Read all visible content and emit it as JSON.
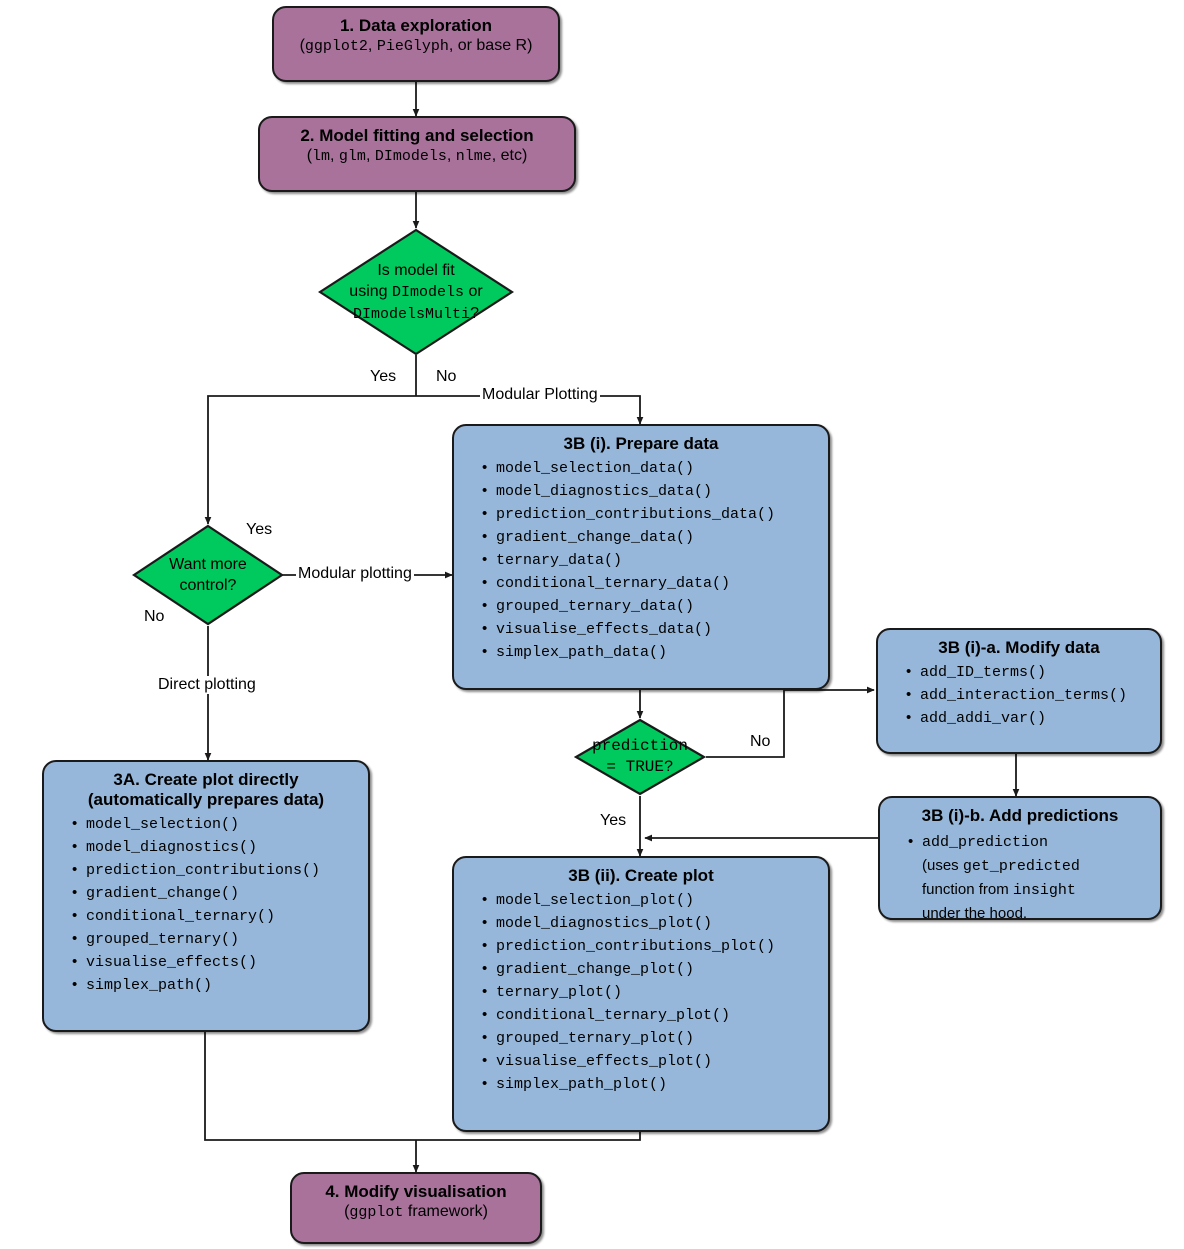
{
  "diagram": {
    "title": "DImodelsVis workflow flowchart",
    "colors": {
      "purple": "#a8729b",
      "blue": "#96b7d9",
      "green": "#00c95e",
      "stroke": "#1a1a1a"
    }
  },
  "nodes": {
    "step1": {
      "title": "1. Data exploration",
      "sub_open": "(",
      "sub_mono1": "ggplot2",
      "sub_mid1": ", ",
      "sub_mono2": "PieGlyph",
      "sub_mid2": ", or base R)"
    },
    "step2": {
      "title": "2. Model fitting and selection",
      "sub_open": "(",
      "sub_mono1": "lm",
      "sub_mid1": ", ",
      "sub_mono2": "glm",
      "sub_mid2": ", ",
      "sub_mono3": "DImodels",
      "sub_mid3": ", ",
      "sub_mono4": "nlme",
      "sub_close": ", etc)"
    },
    "decision1": {
      "line1": "Is model fit",
      "line2_a": "using ",
      "line2_mono": "DImodels",
      "line2_b": " or",
      "line3_mono": "DImodelsMulti",
      "line3_b": "?"
    },
    "decision2": {
      "line1": "Want more",
      "line2": "control?"
    },
    "decision3": {
      "line1": "prediction",
      "line2": "= TRUE?"
    },
    "step3a": {
      "title_line1": "3A. Create plot directly",
      "title_line2": "(automatically prepares data)",
      "items": [
        "model_selection()",
        "model_diagnostics()",
        "prediction_contributions()",
        "gradient_change()",
        "conditional_ternary()",
        "grouped_ternary()",
        "visualise_effects()",
        "simplex_path()"
      ]
    },
    "step3bi": {
      "title": "3B (i). Prepare data",
      "items": [
        "model_selection_data()",
        "model_diagnostics_data()",
        "prediction_contributions_data()",
        "gradient_change_data()",
        "ternary_data()",
        "conditional_ternary_data()",
        "grouped_ternary_data()",
        "visualise_effects_data()",
        "simplex_path_data()"
      ]
    },
    "step3bia": {
      "title": "3B (i)-a. Modify data",
      "items": [
        "add_ID_terms()",
        "add_interaction_terms()",
        "add_addi_var()"
      ]
    },
    "step3bib": {
      "title": "3B (i)-b. Add predictions",
      "bullet_mono1": "add_prediction",
      "bullet_line2_a": "(uses ",
      "bullet_line2_mono": "get_predicted",
      "bullet_line3_a": "function from ",
      "bullet_line3_mono": "insight",
      "bullet_line4": "under the hood."
    },
    "step3bii": {
      "title": "3B (ii). Create plot",
      "items": [
        "model_selection_plot()",
        "model_diagnostics_plot()",
        "prediction_contributions_plot()",
        "gradient_change_plot()",
        "ternary_plot()",
        "conditional_ternary_plot()",
        "grouped_ternary_plot()",
        "visualise_effects_plot()",
        "simplex_path_plot()"
      ]
    },
    "step4": {
      "title": "4. Modify visualisation",
      "sub_open": "(",
      "sub_mono": "ggplot",
      "sub_close": " framework)"
    }
  },
  "edge_labels": {
    "d1_yes": "Yes",
    "d1_no": "No",
    "modular_plotting_caps": "Modular Plotting",
    "d2_yes": "Yes",
    "d2_no": "No",
    "modular_plotting": "Modular plotting",
    "direct_plotting": "Direct plotting",
    "d3_no": "No",
    "d3_yes": "Yes"
  }
}
